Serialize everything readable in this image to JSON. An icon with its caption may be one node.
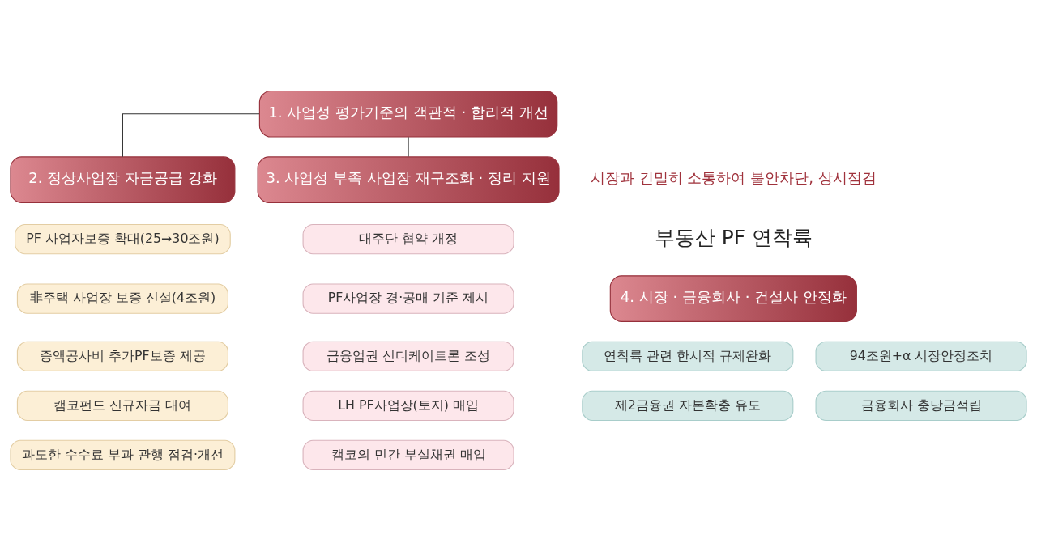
{
  "diagram": {
    "nodes": [
      {
        "text": [
          "1. 사업성 평가기준의 객관적 · 합리적 개선"
        ]
      },
      {
        "text": [
          "2. 정상사업장 자금공급 강화"
        ]
      },
      {
        "text": [
          "3. 사업성 부족 사업장 재구조화 · 정리 지원"
        ]
      },
      {
        "text": [
          "PF 사업자보증 확대(25→30조원)"
        ]
      },
      {
        "text": [
          "非주택 사업장 보증 신설(4조원)"
        ]
      },
      {
        "text": [
          "증액공사비 추가PF보증 제공"
        ]
      },
      {
        "text": [
          "캠코펀드 신규자금 대여"
        ]
      },
      {
        "text": [
          "과도한 수수료 부과 관행 점검·개선"
        ]
      },
      {
        "text": [
          "대주단 협약 개정"
        ]
      },
      {
        "text": [
          "PF사업장 경·공매 기준 제시"
        ]
      },
      {
        "text": [
          "금융업권 신디케이트론 조성"
        ]
      },
      {
        "text": [
          "LH PF사업장(토지) 매입"
        ]
      },
      {
        "text": [
          "캠코의 민간 부실채권 매입"
        ]
      },
      {
        "text": [
          "4. 시장 · 금융회사 · 건설사 안정화"
        ]
      },
      {
        "text": [
          "연착륙 관련 한시적 규제완화"
        ]
      },
      {
        "text": [
          "제2금융권 자본확충 유도"
        ]
      },
      {
        "text": [
          "94조원+α 시장안정조치"
        ]
      },
      {
        "text": [
          "금융회사 충당금적립"
        ]
      }
    ],
    "edges": [
      {
        "from": 0,
        "to": 1,
        "arrow": "none"
      },
      {
        "from": 0,
        "to": 2,
        "arrow": "none"
      }
    ],
    "labels": [
      "시장과 긴밀히 소통하여 불안차단, 상시점검",
      "부동산 PF 연착륙"
    ]
  }
}
